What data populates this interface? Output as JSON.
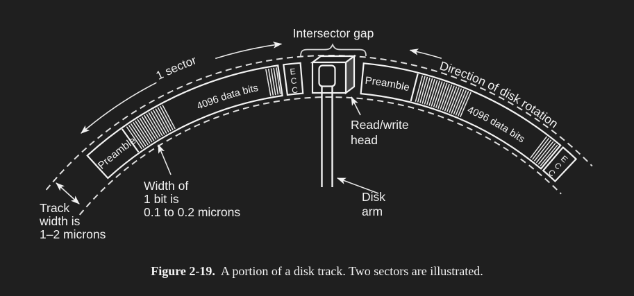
{
  "labels": {
    "intersector_gap": "Intersector gap",
    "one_sector": "1 sector",
    "direction_of_rotation": "Direction of disk rotation",
    "read_write_head": [
      "Read/write",
      "head"
    ],
    "disk_arm": [
      "Disk",
      "arm"
    ],
    "track_width": [
      "Track",
      "width is",
      "1–2 microns"
    ],
    "bit_width": [
      "Width of",
      "1 bit is",
      "0.1 to 0.2 microns"
    ]
  },
  "track": {
    "preamble": "Preamble",
    "data_bits": "4096 data bits",
    "ecc": [
      "E",
      "C",
      "C"
    ]
  },
  "caption": {
    "number": "Figure 2-19.",
    "text": "A portion of a disk track. Two sectors are illustrated."
  },
  "colors": {
    "background": "#1f1f1f",
    "ink": "#f2f2f2",
    "dashed_line": "#e0e0e0",
    "cube_side": "#474747"
  }
}
